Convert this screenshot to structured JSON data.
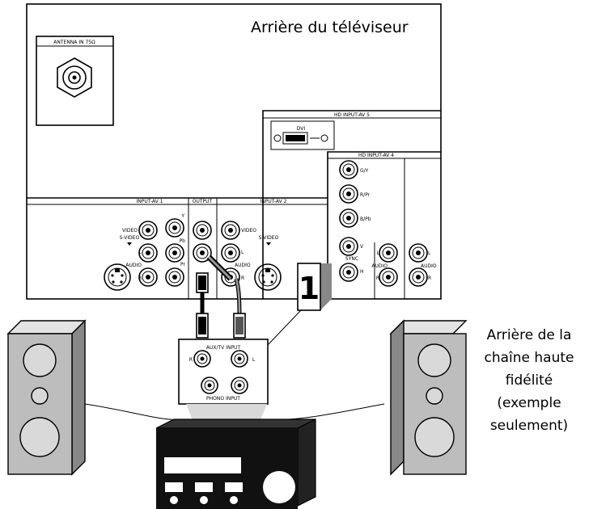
{
  "tv_back": {
    "title": "Arrière du téléviseur",
    "antenna_label": "ANTENNA IN 75Ω",
    "hd_input_av5": "HD INPUT-AV 5",
    "dvi": "DVI",
    "hd_input_av4": "HD INPUT-AV 4",
    "gy": "G/Y",
    "rpr": "R/Pr",
    "bpb": "B/Pb",
    "v": "V",
    "h": "H",
    "sync": "SYNC",
    "input_av1": "INPUT-AV 1",
    "output": "OUTPUT",
    "input_av2": "INPUT-AV 2",
    "video": "VIDEO",
    "s_video": "S-VIDEO",
    "audio": "AUDIO",
    "l": "L",
    "r": "R",
    "y": "Y",
    "pb": "Pb",
    "pr": "Pr"
  },
  "step_number": "1",
  "stereo_panel": {
    "aux_input": "AUX/TV INPUT",
    "phono_input": "PHONO INPUT",
    "r": "R",
    "l": "L"
  },
  "caption": {
    "line1": "Arrière de la",
    "line2": "chaîne haute",
    "line3": "fidélité",
    "line4": "(exemple",
    "line5": "seulement)"
  }
}
